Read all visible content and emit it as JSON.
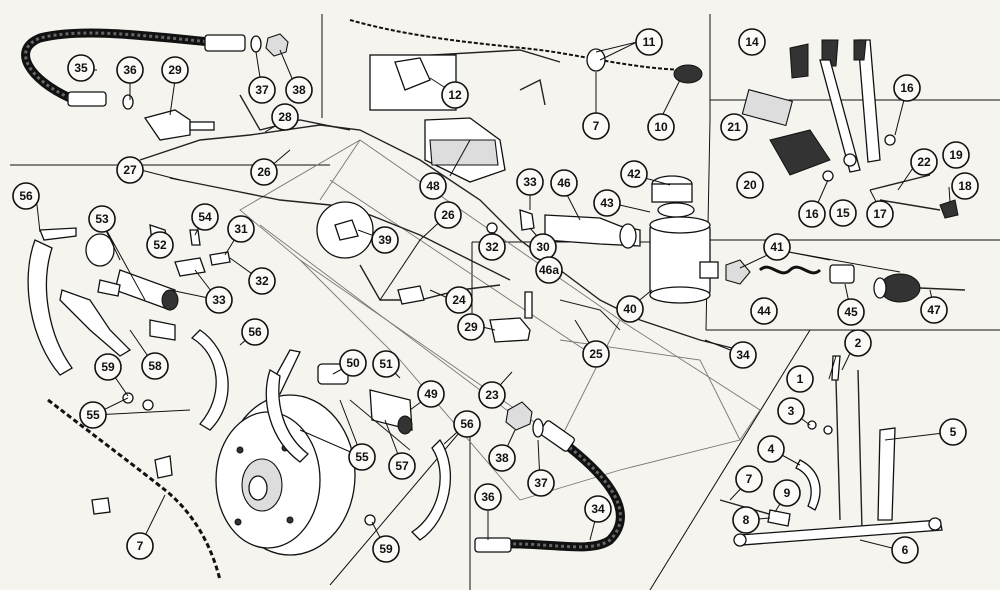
{
  "callouts": [
    {
      "label": "35"
    },
    {
      "label": "36"
    },
    {
      "label": "29"
    },
    {
      "label": "37"
    },
    {
      "label": "38"
    },
    {
      "label": "28"
    },
    {
      "label": "26"
    },
    {
      "label": "27"
    },
    {
      "label": "56"
    },
    {
      "label": "53"
    },
    {
      "label": "54"
    },
    {
      "label": "52"
    },
    {
      "label": "31"
    },
    {
      "label": "33"
    },
    {
      "label": "32"
    },
    {
      "label": "48"
    },
    {
      "label": "39"
    },
    {
      "label": "26"
    },
    {
      "label": "12"
    },
    {
      "label": "11"
    },
    {
      "label": "7"
    },
    {
      "label": "10"
    },
    {
      "label": "14"
    },
    {
      "label": "16"
    },
    {
      "label": "21"
    },
    {
      "label": "20"
    },
    {
      "label": "22"
    },
    {
      "label": "19"
    },
    {
      "label": "18"
    },
    {
      "label": "16"
    },
    {
      "label": "15"
    },
    {
      "label": "17"
    },
    {
      "label": "33"
    },
    {
      "label": "46"
    },
    {
      "label": "42"
    },
    {
      "label": "43"
    },
    {
      "label": "32"
    },
    {
      "label": "30"
    },
    {
      "label": "46a"
    },
    {
      "label": "40"
    },
    {
      "label": "41"
    },
    {
      "label": "44"
    },
    {
      "label": "45"
    },
    {
      "label": "47"
    },
    {
      "label": "58"
    },
    {
      "label": "59"
    },
    {
      "label": "55"
    },
    {
      "label": "56"
    },
    {
      "label": "24"
    },
    {
      "label": "29"
    },
    {
      "label": "25"
    },
    {
      "label": "34"
    },
    {
      "label": "50"
    },
    {
      "label": "51"
    },
    {
      "label": "49"
    },
    {
      "label": "23"
    },
    {
      "label": "56"
    },
    {
      "label": "55"
    },
    {
      "label": "57"
    },
    {
      "label": "38"
    },
    {
      "label": "37"
    },
    {
      "label": "36"
    },
    {
      "label": "34"
    },
    {
      "label": "59"
    },
    {
      "label": "7"
    },
    {
      "label": "2"
    },
    {
      "label": "1"
    },
    {
      "label": "3"
    },
    {
      "label": "5"
    },
    {
      "label": "4"
    },
    {
      "label": "7"
    },
    {
      "label": "9"
    },
    {
      "label": "8"
    },
    {
      "label": "6"
    }
  ]
}
